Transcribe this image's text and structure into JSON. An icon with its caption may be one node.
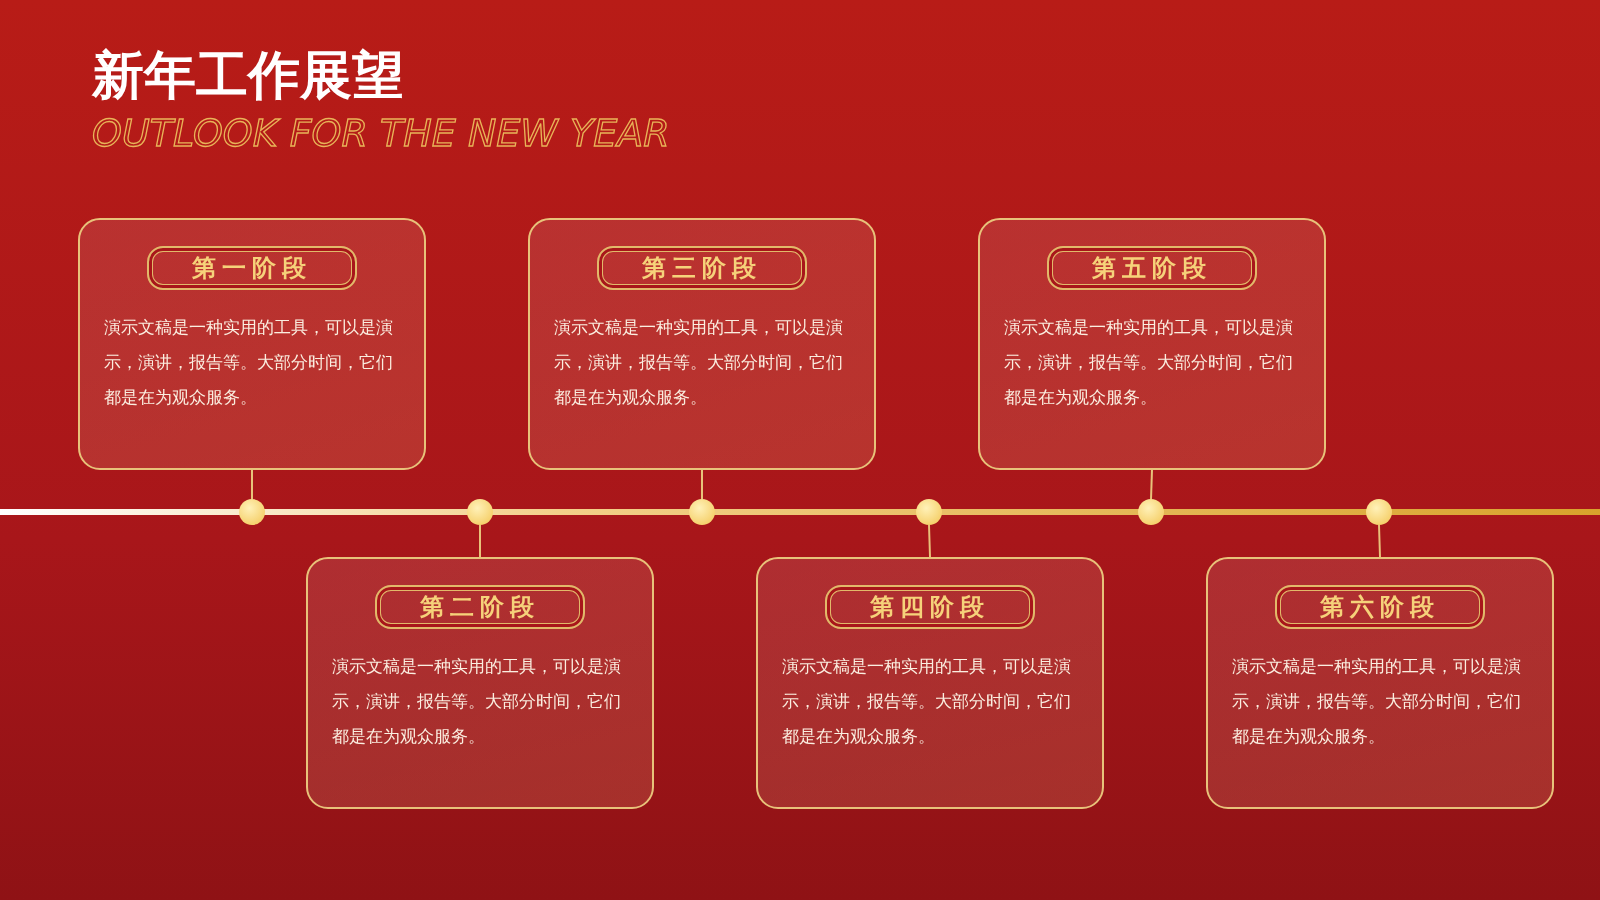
{
  "diagram": {
    "title": "新年工作展望",
    "labels": [
      "OUTLOOK FOR THE NEW YEAR"
    ],
    "nodes": [
      {
        "text": [
          "第一阶段",
          "演示文稿是一种实用的工具，可以是演示，演讲，报告等。大部分时间，它们都是在为观众服务。"
        ]
      },
      {
        "text": [
          "第二阶段",
          "演示文稿是一种实用的工具，可以是演示，演讲，报告等。大部分时间，它们都是在为观众服务。"
        ]
      },
      {
        "text": [
          "第三阶段",
          "演示文稿是一种实用的工具，可以是演示，演讲，报告等。大部分时间，它们都是在为观众服务。"
        ]
      },
      {
        "text": [
          "第四阶段",
          "演示文稿是一种实用的工具，可以是演示，演讲，报告等。大部分时间，它们都是在为观众服务。"
        ]
      },
      {
        "text": [
          "第五阶段",
          "演示文稿是一种实用的工具，可以是演示，演讲，报告等。大部分时间，它们都是在为观众服务。"
        ]
      },
      {
        "text": [
          "第六阶段",
          "演示文稿是一种实用的工具，可以是演示，演讲，报告等。大部分时间，它们都是在为观众服务。"
        ]
      },
      {
        "text": [],
        "shape": "circle"
      },
      {
        "text": [],
        "shape": "circle"
      },
      {
        "text": [],
        "shape": "circle"
      },
      {
        "text": [],
        "shape": "circle"
      },
      {
        "text": [],
        "shape": "circle"
      },
      {
        "text": [],
        "shape": "circle"
      }
    ],
    "edges": [
      {
        "from": 0,
        "to": 6,
        "arrow": "none"
      },
      {
        "from": 1,
        "to": 7,
        "arrow": "none"
      },
      {
        "from": 2,
        "to": 8,
        "arrow": "none"
      },
      {
        "from": 3,
        "to": 9,
        "arrow": "none"
      },
      {
        "from": 4,
        "to": 10,
        "arrow": "none"
      },
      {
        "from": 5,
        "to": 11,
        "arrow": "none"
      }
    ]
  }
}
